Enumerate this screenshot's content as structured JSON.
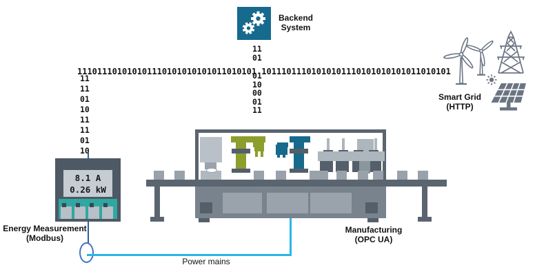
{
  "backend": {
    "label": [
      "Backend",
      "System"
    ],
    "icon": "gears-icon",
    "color": "#166a8d"
  },
  "binary": {
    "horizontal": "111011101010101110101010101011010101 10111011101010101110101010101011010101",
    "left_column": [
      "11",
      "11",
      "01",
      "10",
      "11",
      "11",
      "01",
      "10"
    ],
    "middle_top": [
      "11",
      "01"
    ],
    "middle_bottom": [
      "01",
      "10",
      "00",
      "01",
      "11"
    ]
  },
  "energy_measurement": {
    "display": [
      "8.1 A",
      "0.26 kW"
    ],
    "label": [
      "Energy Measurement",
      "(Modbus)"
    ],
    "teal": "#2fa8a2",
    "body_color": "#4d5964"
  },
  "manufacturing": {
    "label": [
      "Manufacturing",
      "(OPC UA)"
    ],
    "olive_robot_color": "#8e9e2c",
    "teal_robot_color": "#176a8c",
    "frame_color": "#5a6570"
  },
  "smart_grid": {
    "label": [
      "Smart Grid",
      "(HTTP)"
    ],
    "icons": [
      "wind-turbine-icon",
      "transmission-tower-icon",
      "sun-icon",
      "solar-panel-icon"
    ],
    "icon_color": "#6b7482"
  },
  "power_mains": {
    "label": "Power mains",
    "line_color": "#29b5e8",
    "probe_line_color": "#2e5fa3",
    "clamp_color": "#4472c4"
  }
}
